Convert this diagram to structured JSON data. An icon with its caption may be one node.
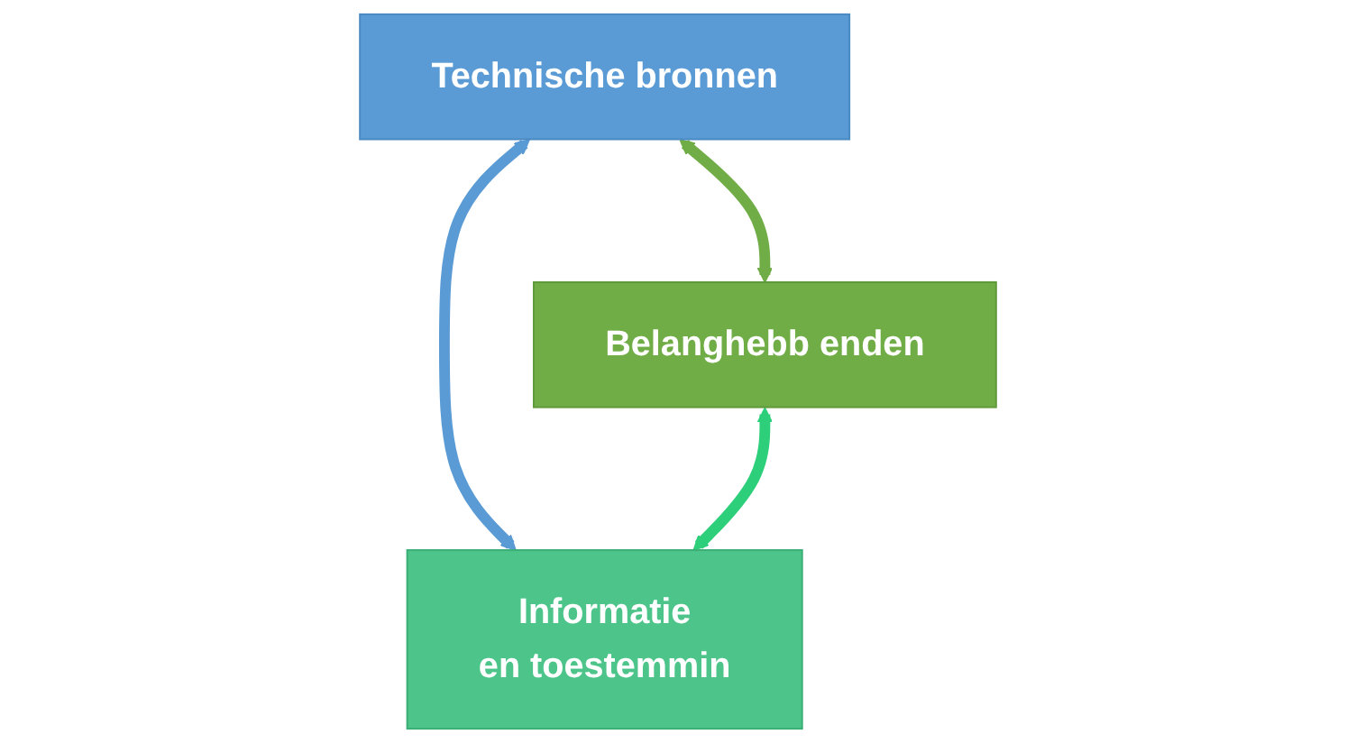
{
  "diagram": {
    "nodes": [
      {
        "text": [
          "Technische bronnen"
        ]
      },
      {
        "text": [
          "Belanghebb enden"
        ]
      },
      {
        "text": [
          "Informatie",
          "en toestemmin"
        ]
      }
    ],
    "edges": [
      {
        "from": 0,
        "to": 1,
        "arrow": "both",
        "color": "#70ad47"
      },
      {
        "from": 0,
        "to": 2,
        "arrow": "both",
        "color": "#5b9bd5"
      },
      {
        "from": 1,
        "to": 2,
        "arrow": "both",
        "color": "#2ecf7a"
      }
    ]
  }
}
